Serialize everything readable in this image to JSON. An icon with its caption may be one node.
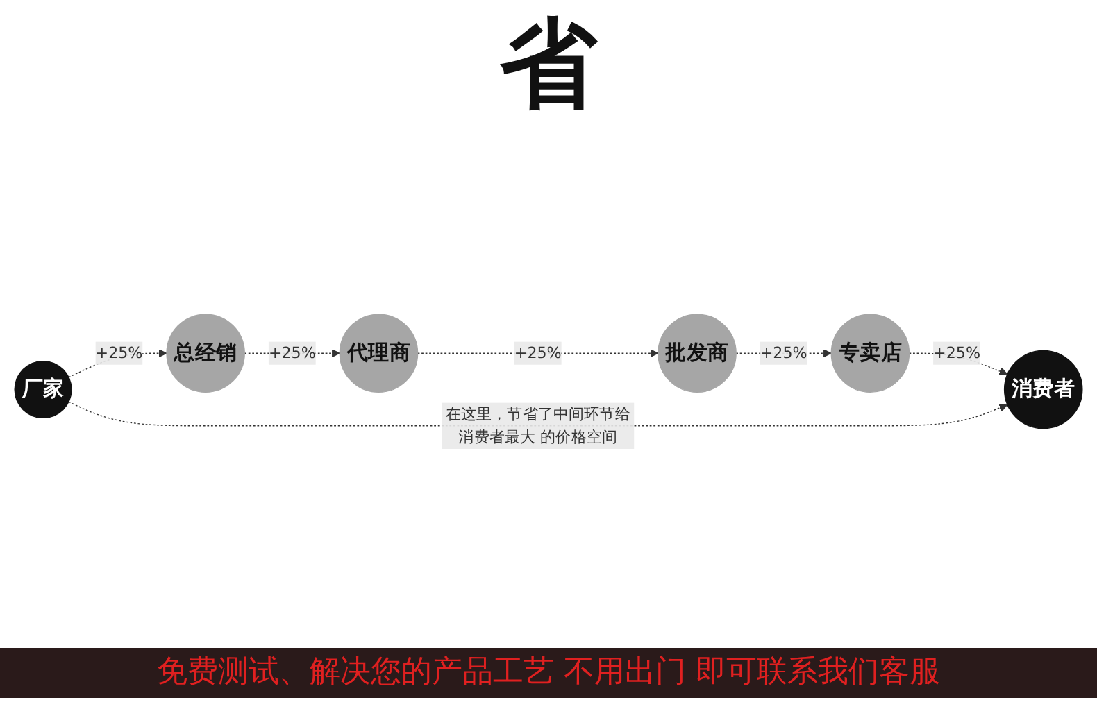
{
  "diagram": {
    "nodes": [
      {
        "text": [
          "厂家"
        ]
      },
      {
        "text": [
          "总经销"
        ]
      },
      {
        "text": [
          "代理商"
        ]
      },
      {
        "text": [
          "批发商"
        ]
      },
      {
        "text": [
          "专卖店"
        ]
      },
      {
        "text": [
          "消费者"
        ]
      }
    ],
    "edges": [
      {
        "from": 0,
        "to": 1,
        "arrow": "to",
        "label": "+25%",
        "style": "dashed"
      },
      {
        "from": 1,
        "to": 2,
        "arrow": "to",
        "label": "+25%",
        "style": "dashed"
      },
      {
        "from": 2,
        "to": 3,
        "arrow": "to",
        "label": "+25%",
        "style": "dashed"
      },
      {
        "from": 3,
        "to": 4,
        "arrow": "to",
        "label": "+25%",
        "style": "dashed"
      },
      {
        "from": 4,
        "to": 5,
        "arrow": "to",
        "label": "+25%",
        "style": "dashed"
      },
      {
        "from": 0,
        "to": 5,
        "arrow": "to",
        "label": "在这里，节省了中间环节给消费者最大 的价格空间",
        "style": "dashed"
      }
    ],
    "labels": [
      "省",
      "免费测试、解决您的产品工艺 不用出门 即可联系我们客服"
    ]
  }
}
